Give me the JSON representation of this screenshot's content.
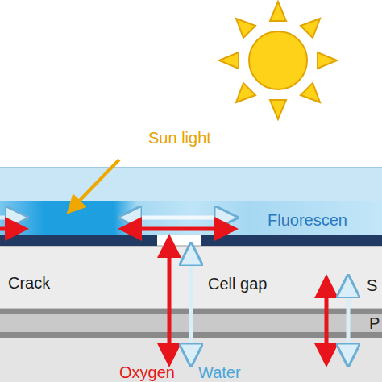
{
  "diagram": {
    "nodes": [
      {
        "text": [
          "Fluorescen"
        ]
      },
      {
        "text": [
          "S"
        ]
      },
      {
        "text": [
          "P"
        ]
      }
    ],
    "labels": [
      "Sun light",
      "Crack",
      "Cell gap",
      "Oxygen",
      "Water"
    ]
  }
}
